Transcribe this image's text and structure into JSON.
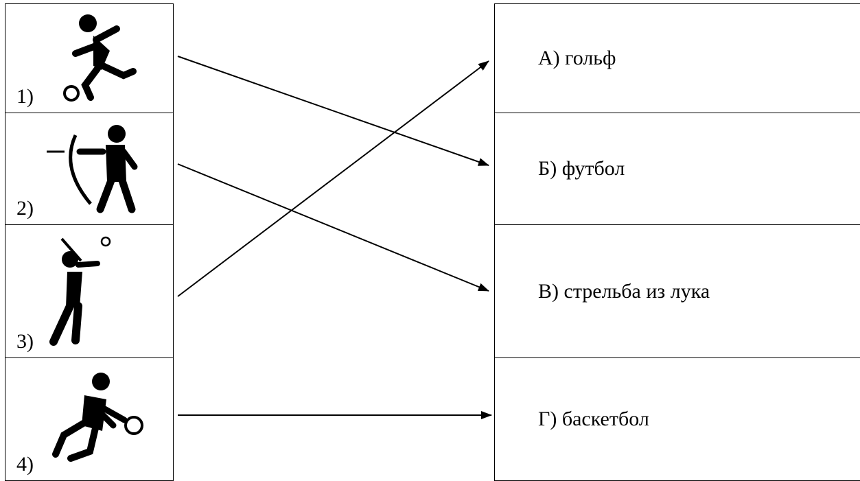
{
  "left_items": [
    {
      "number": "1)",
      "icon": "soccer-player-icon"
    },
    {
      "number": "2)",
      "icon": "archer-icon"
    },
    {
      "number": "3)",
      "icon": "golfer-icon"
    },
    {
      "number": "4)",
      "icon": "basketball-player-icon"
    }
  ],
  "right_items": [
    {
      "label": "А) гольф"
    },
    {
      "label": "Б) футбол"
    },
    {
      "label": "В) стрельба из лука"
    },
    {
      "label": "Г) баскетбол"
    }
  ],
  "connections": [
    {
      "from": "1)",
      "to": "Б) футбол"
    },
    {
      "from": "2)",
      "to": "В) стрельба из лука"
    },
    {
      "from": "3)",
      "to": "А) гольф"
    },
    {
      "from": "4)",
      "to": "Г) баскетбол"
    }
  ]
}
